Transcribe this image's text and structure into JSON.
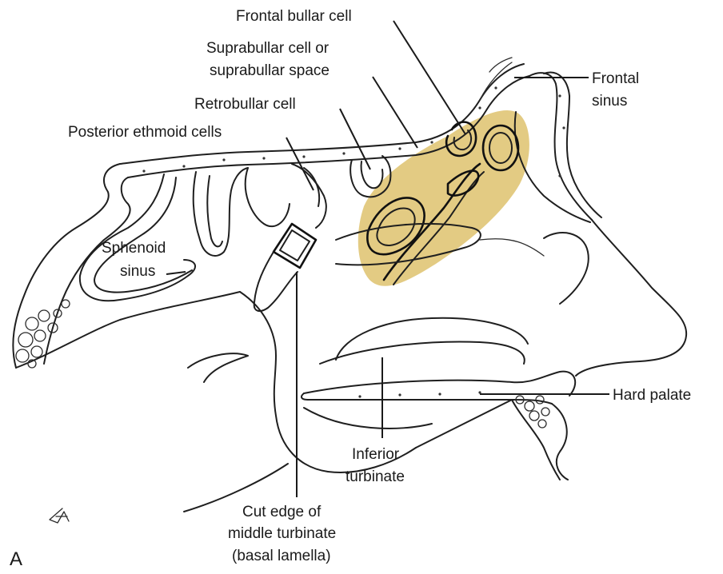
{
  "figure": {
    "panel_letter": "A",
    "highlight_color": "#d9b95a",
    "labels": {
      "frontal_bullar_cell": "Frontal bullar cell",
      "suprabullar_line1": "Suprabullar cell or",
      "suprabullar_line2": "suprabullar space",
      "retrobullar_cell": "Retrobullar cell",
      "posterior_ethmoid": "Posterior ethmoid cells",
      "frontal_sinus_line1": "Frontal",
      "frontal_sinus_line2": "sinus",
      "sphenoid_line1": "Sphenoid",
      "sphenoid_line2": "sinus",
      "hard_palate": "Hard palate",
      "inferior_line1": "Inferior",
      "inferior_line2": "turbinate",
      "cut_edge_line1": "Cut edge of",
      "cut_edge_line2": "middle turbinate",
      "cut_edge_line3": "(basal lamella)"
    }
  }
}
